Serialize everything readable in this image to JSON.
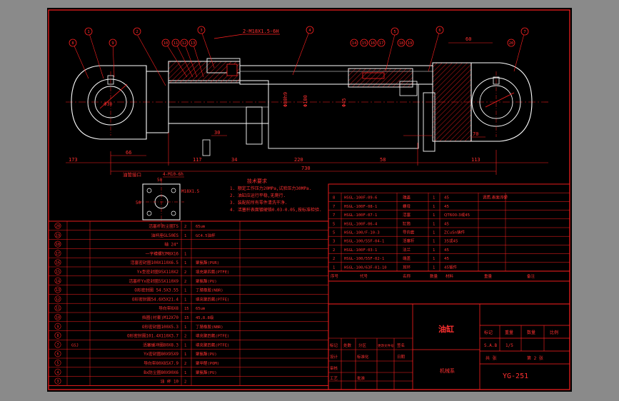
{
  "colors": {
    "background": "#8a8a8a",
    "paper": "#000000",
    "line": "#ff2020",
    "text": "#ff3030",
    "part": "#ffffff",
    "dim": "#ff3030"
  },
  "callouts": [
    "1",
    "2",
    "3",
    "4",
    "5",
    "6",
    "7",
    "8",
    "9",
    "10",
    "11",
    "12",
    "13",
    "14",
    "15",
    "16",
    "17",
    "18",
    "19",
    "20"
  ],
  "main_view": {
    "thread_callout": "2-M18X1.5-6H",
    "dims": {
      "d60": "60",
      "d30": "30",
      "d66": "66",
      "d173": "173",
      "d117": "117",
      "d34": "34",
      "d220": "220",
      "d58": "58",
      "d113": "113",
      "d730": "730",
      "d70": "70",
      "dia_rod": "Φ80h9",
      "dia_bore": "Φ100",
      "dia_port": "Φ45",
      "dia_pin": "Φ30"
    }
  },
  "port_view": {
    "label": "油管接口",
    "thread": "4-M10-6h",
    "port_thread": "M18X1.5",
    "w": "50",
    "h": "50"
  },
  "notes": {
    "title": "技术要求",
    "lines": [
      "1. 额定工作压力20MPa,试验压力30MPa.",
      "2. 油缸应运行平稳,无爬行.",
      "3. 装配前所有零件清洗干净.",
      "4. 活塞杆表面镀硬铬0.03-0.05,按标准检验."
    ]
  },
  "right_table": {
    "rows": [
      {
        "no": "8",
        "code": "HSGL-100F-09-6",
        "name": "端盖",
        "qty": "1",
        "mat": "45",
        "note": "调质,表面淬硬"
      },
      {
        "no": "7",
        "code": "HSGL-100F-08-1",
        "name": "螺母",
        "qty": "1",
        "mat": "45",
        "note": ""
      },
      {
        "no": "7",
        "code": "HSGL-100F-07-1",
        "name": "活塞",
        "qty": "1",
        "mat": "QT600-3或45",
        "note": ""
      },
      {
        "no": "5",
        "code": "HSGL-100F-06-4",
        "name": "缸筒",
        "qty": "1",
        "mat": "45",
        "note": ""
      },
      {
        "no": "5",
        "code": "HSGL-100/F-10-3",
        "name": "导向套",
        "qty": "1",
        "mat": "ZCuSn铸件",
        "note": ""
      },
      {
        "no": "3",
        "code": "HSGL-100/55F-04-1",
        "name": "活塞杆",
        "qty": "1",
        "mat": "35或45",
        "note": ""
      },
      {
        "no": "2",
        "code": "HSGL-100F-03-1",
        "name": "法兰",
        "qty": "1",
        "mat": "45",
        "note": ""
      },
      {
        "no": "2",
        "code": "HSGL-100/55F-02-1",
        "name": "端盖",
        "qty": "1",
        "mat": "45",
        "note": ""
      },
      {
        "no": "1",
        "code": "HSGL-100/63F-01-10",
        "name": "耳环",
        "qty": "1",
        "mat": "45锻件",
        "note": ""
      }
    ],
    "header": {
      "no": "序号",
      "code": "代号",
      "name": "名称",
      "qty": "数量",
      "mat": "材料",
      "note": "备注",
      "weight": "重量"
    }
  },
  "left_table": {
    "rows": [
      {
        "no": "20",
        "name": "活塞杆防尘圈TS",
        "qty": "2",
        "spec": "65um",
        "std": ""
      },
      {
        "no": "19",
        "name": "油杯座GL50ES",
        "qty": "1",
        "spec": "GC4.5油杯",
        "std": ""
      },
      {
        "no": "18",
        "name": "轴 24°",
        "qty": "",
        "spec": "",
        "std": ""
      },
      {
        "no": "17",
        "name": "一字槽螺钉M8X16",
        "qty": "1",
        "spec": "",
        "std": ""
      },
      {
        "no": "16",
        "name": "活塞密封圈100X110X6.5",
        "qty": "1",
        "spec": "聚氨酯(PUR)",
        "std": ""
      },
      {
        "no": "15",
        "name": "Yx型密封圈95X110X2",
        "qty": "2",
        "spec": "填充聚四氟(PTFE)",
        "std": ""
      },
      {
        "no": "14",
        "name": "活塞杆Yx密封圈55X110X9",
        "qty": "2",
        "spec": "聚氨酯(PU)",
        "std": ""
      },
      {
        "no": "13",
        "name": "O形密封圈 54.5X3.55",
        "qty": "1",
        "spec": "丁腈橡胶(NBR)",
        "std": ""
      },
      {
        "no": "12",
        "name": "O形密封圈54.6X5X21.4",
        "qty": "1",
        "spec": "填充聚四氟(PTFE)",
        "std": ""
      },
      {
        "no": "11",
        "name": "导向带8X8",
        "qty": "15",
        "spec": "65um",
        "std": ""
      },
      {
        "no": "10",
        "name": "挡圈(衬套)M12X70",
        "qty": "15",
        "spec": "45,8.8级",
        "std": ""
      },
      {
        "no": "9",
        "name": "O形密封圈100X5.3",
        "qty": "1",
        "spec": "丁腈橡胶(NBR)",
        "std": ""
      },
      {
        "no": "8",
        "name": "O形密封圈101.4X110X3.7",
        "qty": "2",
        "spec": "填充聚四氟(PTFE)",
        "std": ""
      },
      {
        "no": "7",
        "name": "活塞缓冲圈80X8.3",
        "qty": "1",
        "spec": "填充聚四氟(PTFE)",
        "std": "GSJ"
      },
      {
        "no": "6",
        "name": "Yx密封圈80X95X9",
        "qty": "1",
        "spec": "聚氨酯(PU)",
        "std": ""
      },
      {
        "no": "5",
        "name": "导向带80X85X7.9",
        "qty": "2",
        "spec": "聚甲醛(POM)",
        "std": ""
      },
      {
        "no": "4",
        "name": "Bx防尘圈80X90X6",
        "qty": "1",
        "spec": "聚氨酯(PU)",
        "std": ""
      },
      {
        "no": "3",
        "name": "油 杯 10",
        "qty": "2",
        "spec": "",
        "std": ""
      }
    ]
  },
  "title_block": {
    "part_name": "油缸",
    "drawing_no": "YG-251",
    "scale": "1/5",
    "mark": "S.A.B",
    "sheet_label": "共  张",
    "page_label": "第 2 张",
    "hdr_mark": "标记",
    "hdr_weight": "重量",
    "hdr_qty": "数量",
    "hdr_scale": "比例",
    "designer": "设计",
    "checker": "审核",
    "approver": "批准",
    "standard": "标准化",
    "process": "工艺",
    "date": "日期",
    "sign": "签名",
    "unit": "更改文件号",
    "zone": "分区",
    "count": "处数",
    "mark2": "标记",
    "school": "机械系"
  }
}
